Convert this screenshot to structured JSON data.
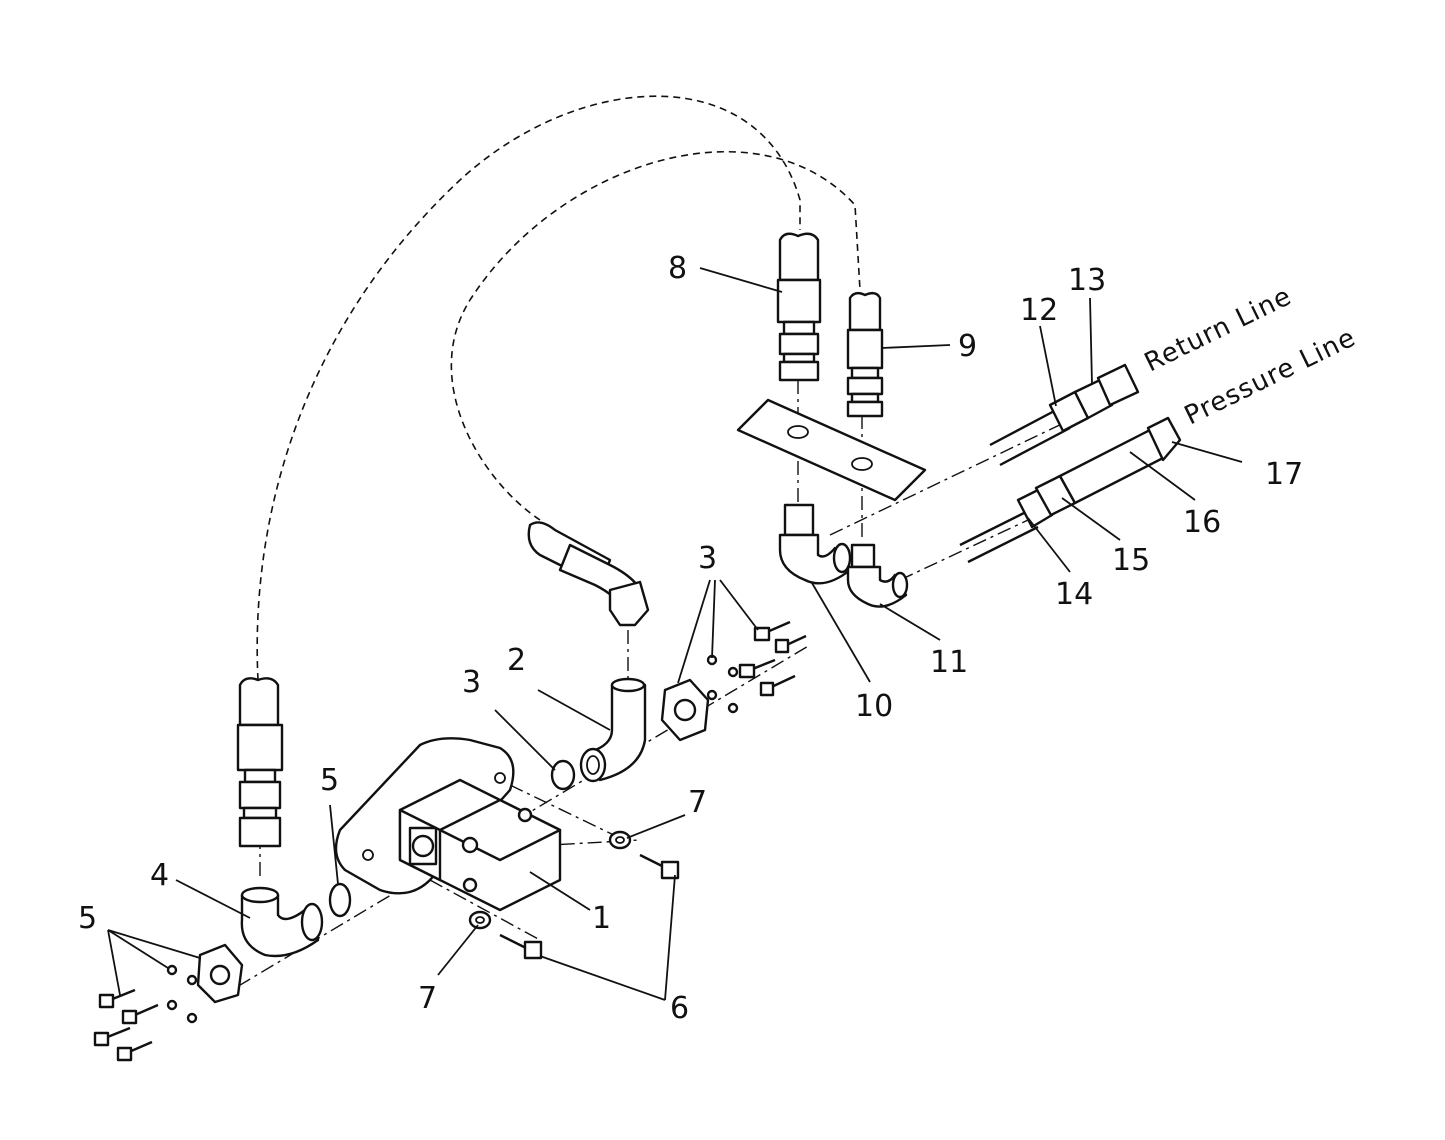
{
  "callouts": [
    {
      "id": "c1",
      "text": "1"
    },
    {
      "id": "c2",
      "text": "2"
    },
    {
      "id": "c3a",
      "text": "3"
    },
    {
      "id": "c3b",
      "text": "3"
    },
    {
      "id": "c4",
      "text": "4"
    },
    {
      "id": "c5a",
      "text": "5"
    },
    {
      "id": "c5b",
      "text": "5"
    },
    {
      "id": "c6",
      "text": "6"
    },
    {
      "id": "c7a",
      "text": "7"
    },
    {
      "id": "c7b",
      "text": "7"
    },
    {
      "id": "c8",
      "text": "8"
    },
    {
      "id": "c9",
      "text": "9"
    },
    {
      "id": "c10",
      "text": "10"
    },
    {
      "id": "c11",
      "text": "11"
    },
    {
      "id": "c12",
      "text": "12"
    },
    {
      "id": "c13",
      "text": "13"
    },
    {
      "id": "c14",
      "text": "14"
    },
    {
      "id": "c15",
      "text": "15"
    },
    {
      "id": "c16",
      "text": "16"
    },
    {
      "id": "c17",
      "text": "17"
    }
  ],
  "line_labels": {
    "return": "Return Line",
    "pressure": "Pressure Line"
  }
}
